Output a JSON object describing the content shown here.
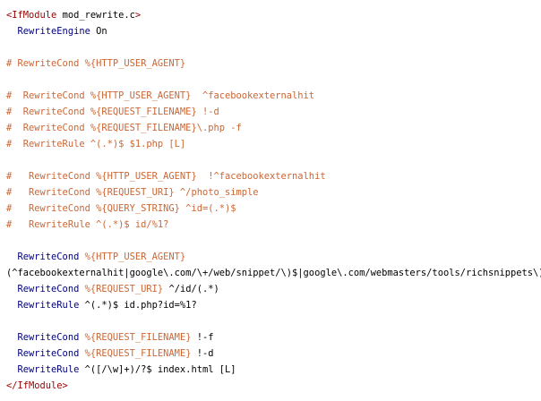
{
  "colors": {
    "tag": "#990000",
    "directive": "#000080",
    "variable": "#cc6633",
    "comment": "#cc6633",
    "plain": "#000000"
  },
  "code": {
    "lines": [
      [
        {
          "t": "<IfModule",
          "c": "tag"
        },
        {
          "t": " mod_rewrite.c",
          "c": "plain"
        },
        {
          "t": ">",
          "c": "tag"
        }
      ],
      [
        {
          "t": "  RewriteEngine",
          "c": "directive"
        },
        {
          "t": " On",
          "c": "plain"
        }
      ],
      [],
      [
        {
          "t": "# RewriteCond %{HTTP_USER_AGENT}",
          "c": "comment"
        }
      ],
      [],
      [
        {
          "t": "#  RewriteCond %{HTTP_USER_AGENT}  ^facebookexternalhit",
          "c": "comment"
        }
      ],
      [
        {
          "t": "#  RewriteCond %{REQUEST_FILENAME} !-d",
          "c": "comment"
        }
      ],
      [
        {
          "t": "#  RewriteCond %{REQUEST_FILENAME}\\.php -f",
          "c": "comment"
        }
      ],
      [
        {
          "t": "#  RewriteRule ^(.*)$ $1.php [L]",
          "c": "comment"
        }
      ],
      [],
      [
        {
          "t": "#   RewriteCond %{HTTP_USER_AGENT}  !^facebookexternalhit",
          "c": "comment"
        }
      ],
      [
        {
          "t": "#   RewriteCond %{REQUEST_URI} ^/photo_simple",
          "c": "comment"
        }
      ],
      [
        {
          "t": "#   RewriteCond %{QUERY_STRING} ^id=(.*)$",
          "c": "comment"
        }
      ],
      [
        {
          "t": "#   RewriteRule ^(.*)$ id/%1?",
          "c": "comment"
        }
      ],
      [],
      [
        {
          "t": "  RewriteCond",
          "c": "directive"
        },
        {
          "t": " ",
          "c": "plain"
        },
        {
          "t": "%{HTTP_USER_AGENT}",
          "c": "variable"
        }
      ],
      [
        {
          "t": "(^facebookexternalhit|google\\.com/\\+/web/snippet/\\)$|google\\.com/webmasters/tools/richsnippets\\)$)",
          "c": "plain"
        }
      ],
      [
        {
          "t": "  RewriteCond",
          "c": "directive"
        },
        {
          "t": " ",
          "c": "plain"
        },
        {
          "t": "%{REQUEST_URI}",
          "c": "variable"
        },
        {
          "t": " ^/id/(.*)",
          "c": "plain"
        }
      ],
      [
        {
          "t": "  RewriteRule",
          "c": "directive"
        },
        {
          "t": " ^(.*)$ id.php?id=%1?",
          "c": "plain"
        }
      ],
      [],
      [
        {
          "t": "  RewriteCond",
          "c": "directive"
        },
        {
          "t": " ",
          "c": "plain"
        },
        {
          "t": "%{REQUEST_FILENAME}",
          "c": "variable"
        },
        {
          "t": " !-f",
          "c": "plain"
        }
      ],
      [
        {
          "t": "  RewriteCond",
          "c": "directive"
        },
        {
          "t": " ",
          "c": "plain"
        },
        {
          "t": "%{REQUEST_FILENAME}",
          "c": "variable"
        },
        {
          "t": " !-d",
          "c": "plain"
        }
      ],
      [
        {
          "t": "  RewriteRule",
          "c": "directive"
        },
        {
          "t": " ^([/\\w]+)/?$ index.html [L]",
          "c": "plain"
        }
      ],
      [
        {
          "t": "</IfModule>",
          "c": "tag"
        }
      ]
    ]
  }
}
